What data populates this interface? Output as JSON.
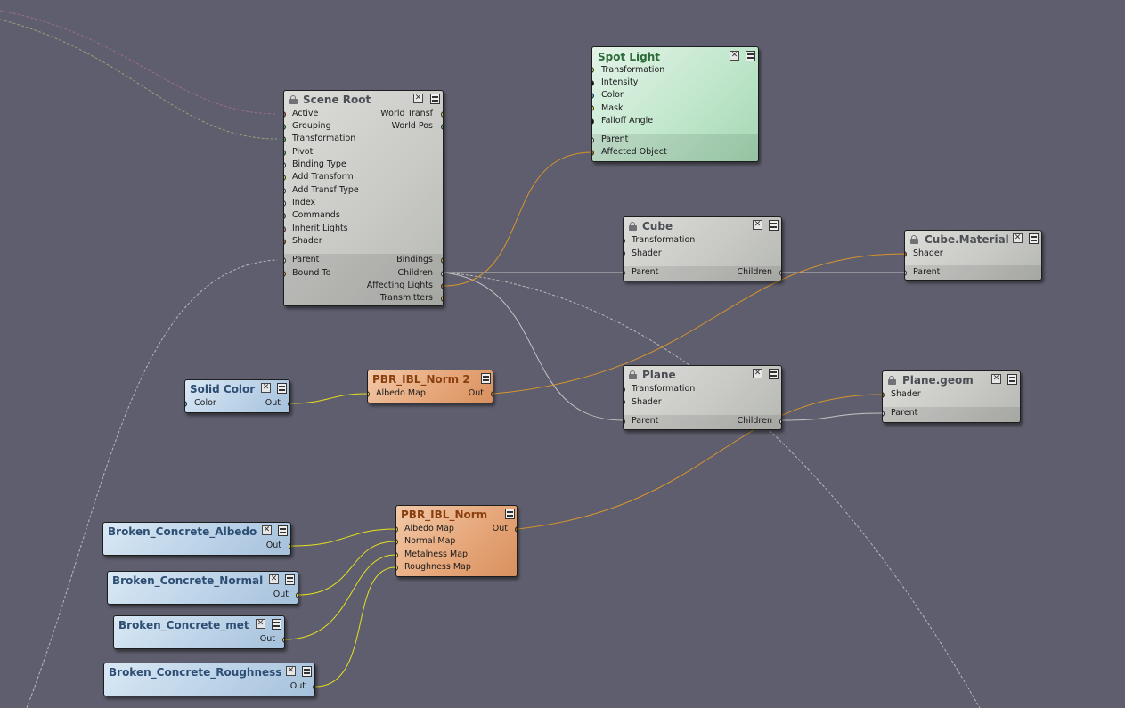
{
  "colors": {
    "canvas": "#5f5e6e",
    "wire_orange": "#d6952a",
    "wire_yellow": "#e6e01e",
    "wire_gray": "#c4c4c4",
    "port_green": "#5fc45f",
    "port_lime": "#c6f03a",
    "port_white": "#e8e8e8",
    "port_brown": "#a87818",
    "port_orange": "#e8a431",
    "port_red": "#e06060",
    "port_yellow": "#f0e830",
    "port_cyan": "#48b8e8",
    "port_black": "#111111"
  },
  "nodes": {
    "scene_root": {
      "title": "Scene Root",
      "inputs": [
        "Active",
        "Grouping",
        "Transformation",
        "Pivot",
        "Binding Type",
        "Add Transform",
        "Add Transf Type",
        "Index",
        "Commands",
        "Inherit Lights",
        "Shader"
      ],
      "outputs": [
        "World Transf",
        "World Pos"
      ],
      "bottom_inputs": [
        "Parent",
        "Bound To"
      ],
      "bottom_outputs": [
        "Bindings",
        "Children",
        "Affecting Lights",
        "Transmitters"
      ]
    },
    "spot_light": {
      "title": "Spot Light",
      "inputs": [
        "Transformation",
        "Intensity",
        "Color",
        "Mask",
        "Falloff Angle"
      ],
      "bottom_inputs": [
        "Parent",
        "Affected Object"
      ]
    },
    "cube": {
      "title": "Cube",
      "inputs": [
        "Transformation",
        "Shader"
      ],
      "bottom_inputs": [
        "Parent"
      ],
      "bottom_outputs": [
        "Children"
      ]
    },
    "cube_material": {
      "title": "Cube.Material",
      "inputs": [
        "Shader"
      ],
      "bottom_inputs": [
        "Parent"
      ]
    },
    "plane": {
      "title": "Plane",
      "inputs": [
        "Transformation",
        "Shader"
      ],
      "bottom_inputs": [
        "Parent"
      ],
      "bottom_outputs": [
        "Children"
      ]
    },
    "plane_geom": {
      "title": "Plane.geom",
      "inputs": [
        "Shader"
      ],
      "bottom_inputs": [
        "Parent"
      ]
    },
    "solid_color": {
      "title": "Solid Color",
      "inputs": [
        "Color"
      ],
      "outputs": [
        "Out"
      ]
    },
    "pbr_norm2": {
      "title": "PBR_IBL_Norm 2",
      "inputs": [
        "Albedo Map"
      ],
      "outputs": [
        "Out"
      ]
    },
    "pbr_norm": {
      "title": "PBR_IBL_Norm",
      "inputs": [
        "Albedo Map",
        "Normal Map",
        "Metalness Map",
        "Roughness Map"
      ],
      "outputs": [
        "Out"
      ]
    },
    "bc_albedo": {
      "title": "Broken_Concrete_Albedo",
      "outputs": [
        "Out"
      ]
    },
    "bc_normal": {
      "title": "Broken_Concrete_Normal",
      "outputs": [
        "Out"
      ]
    },
    "bc_met": {
      "title": "Broken_Concrete_met",
      "outputs": [
        "Out"
      ]
    },
    "bc_roughness": {
      "title": "Broken_Concrete_Roughness",
      "outputs": [
        "Out"
      ]
    }
  }
}
